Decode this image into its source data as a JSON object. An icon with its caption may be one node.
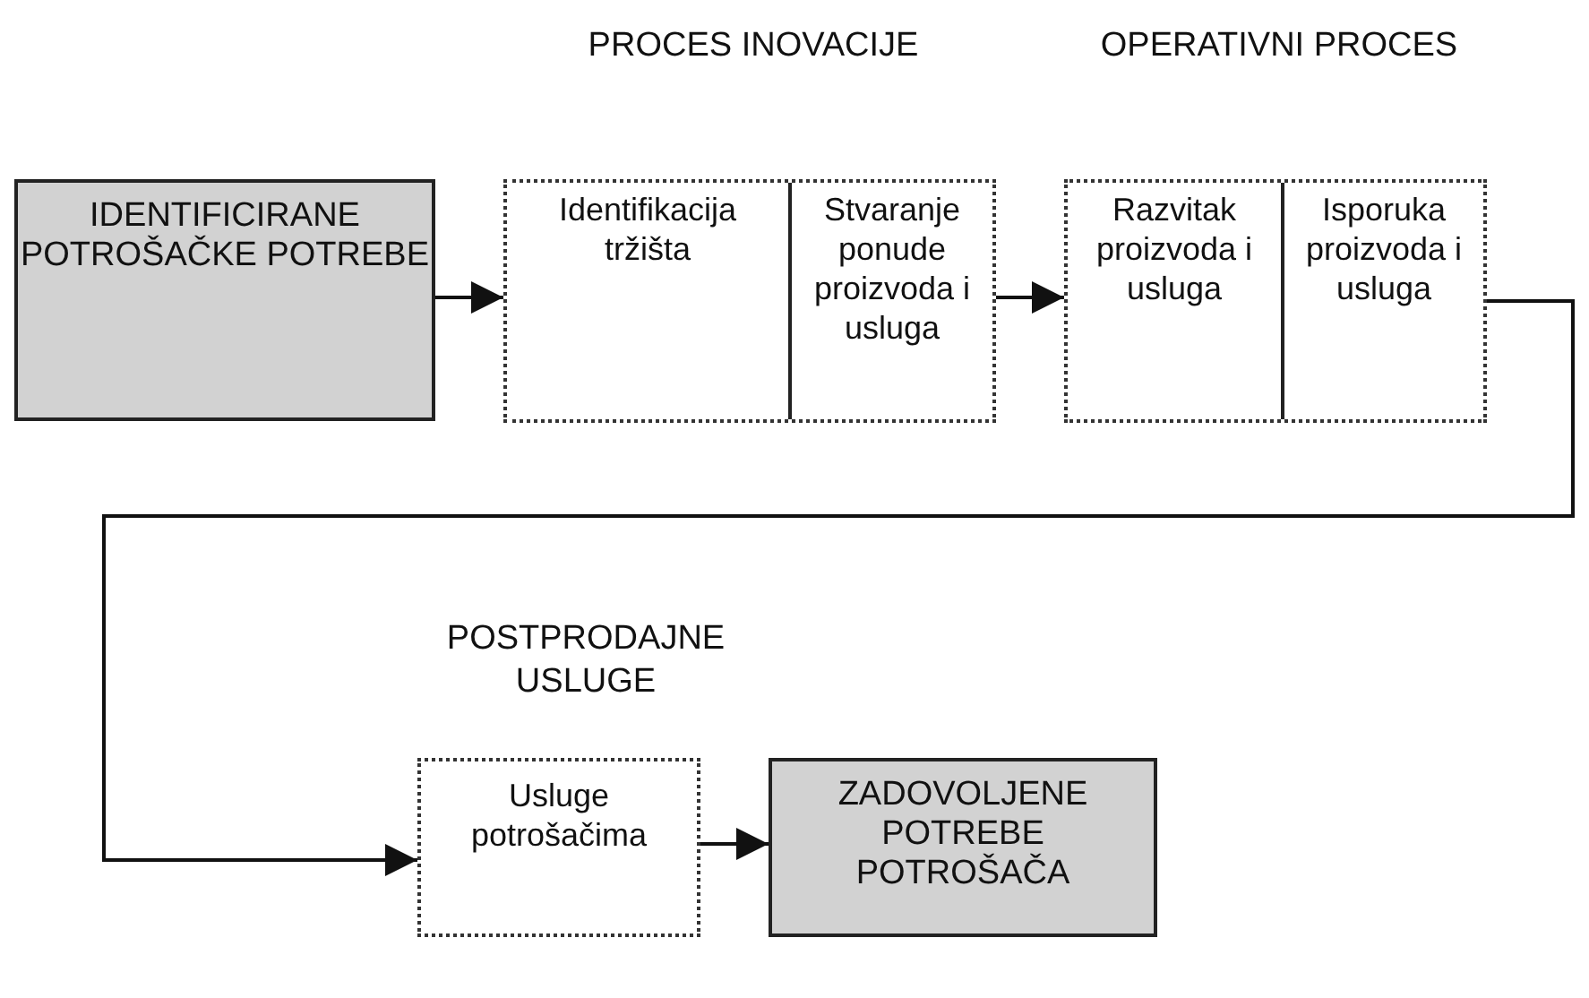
{
  "diagram": {
    "nodes": [
      {
        "text": [
          "IDENTIFICIRANE POTROŠAČKE POTREBE"
        ]
      },
      {
        "text": [
          "PROCES INOVACIJE"
        ]
      },
      {
        "text": [
          "Identifikacija tržišta"
        ],
        "in": 1
      },
      {
        "text": [
          "Stvaranje ponude proizvoda i usluga"
        ],
        "in": 1
      },
      {
        "text": [
          "OPERATIVNI PROCES"
        ]
      },
      {
        "text": [
          "Razvitak proizvoda i usluga"
        ],
        "in": 4
      },
      {
        "text": [
          "Isporuka proizvoda i usluga"
        ],
        "in": 4
      },
      {
        "text": [
          "POSTPRODAJNE USLUGE",
          "Usluge potrošačima"
        ]
      },
      {
        "text": [
          "ZADOVOLJENE POTREBE POTROŠAČA"
        ]
      }
    ],
    "edges": [
      {
        "from": 0,
        "to": 1,
        "arrow": "to"
      },
      {
        "from": 1,
        "to": 4,
        "arrow": "to"
      },
      {
        "from": 4,
        "to": 7,
        "arrow": "to"
      },
      {
        "from": 7,
        "to": 8,
        "arrow": "to"
      }
    ]
  }
}
